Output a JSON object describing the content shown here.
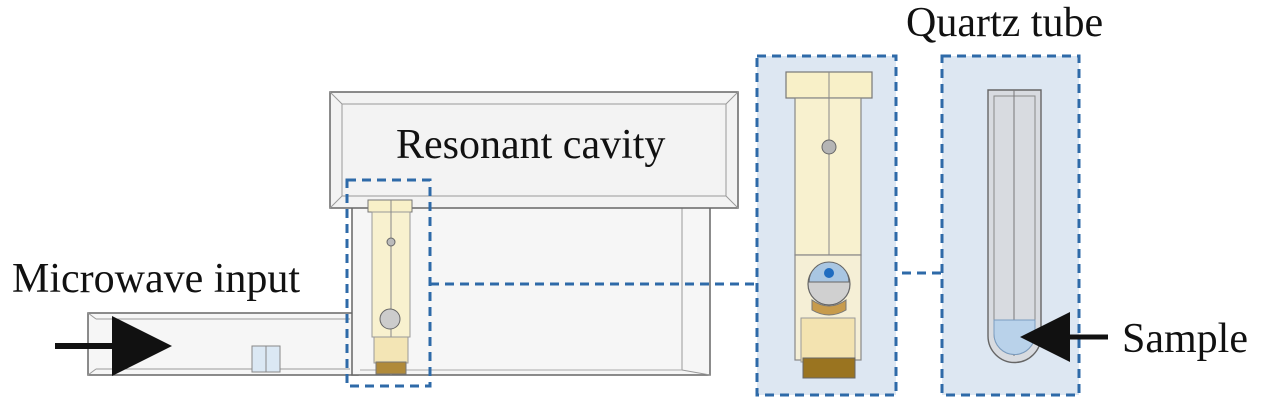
{
  "labels": {
    "resonant_cavity": "Resonant cavity",
    "microwave_input": "Microwave input",
    "quartz_tube": "Quartz tube",
    "sample": "Sample"
  },
  "colors": {
    "outline": "#555555",
    "cavity_fill": "#f2f2f2",
    "highlight_box": "#2e6aa8",
    "highlight_fill": "#dde7f2",
    "holder_fill": "#f6efc8",
    "holder_base": "#9a7420",
    "sample_fill": "#b9d2ea",
    "arrow": "#111111"
  }
}
